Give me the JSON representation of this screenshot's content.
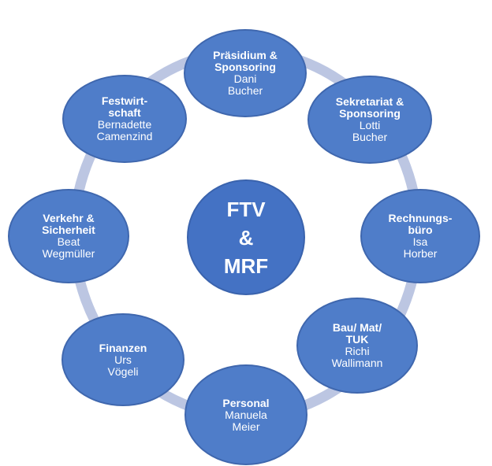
{
  "center": {
    "title": "FTV\n&\nMRF"
  },
  "nodes": [
    {
      "role": "Präsidium &\nSponsoring",
      "name": "Dani\nBucher"
    },
    {
      "role": "Sekretariat &\nSponsoring",
      "name": "Lotti\nBucher"
    },
    {
      "role": "Rechnungs-\nbüro",
      "name": "Isa\nHorber"
    },
    {
      "role": "Bau/ Mat/\nTUK",
      "name": "Richi\nWallimann"
    },
    {
      "role": "Personal",
      "name": "Manuela\nMeier"
    },
    {
      "role": "Finanzen",
      "name": "Urs\nVögeli"
    },
    {
      "role": "Verkehr &\nSicherheit",
      "name": "Beat\nWegmüller"
    },
    {
      "role": "Festwirt-\nschaft",
      "name": "Bernadette\nCamenzind"
    }
  ],
  "colors": {
    "node": "#4f7dc9",
    "center": "#4472c4",
    "ring": "#bcc6e2"
  }
}
